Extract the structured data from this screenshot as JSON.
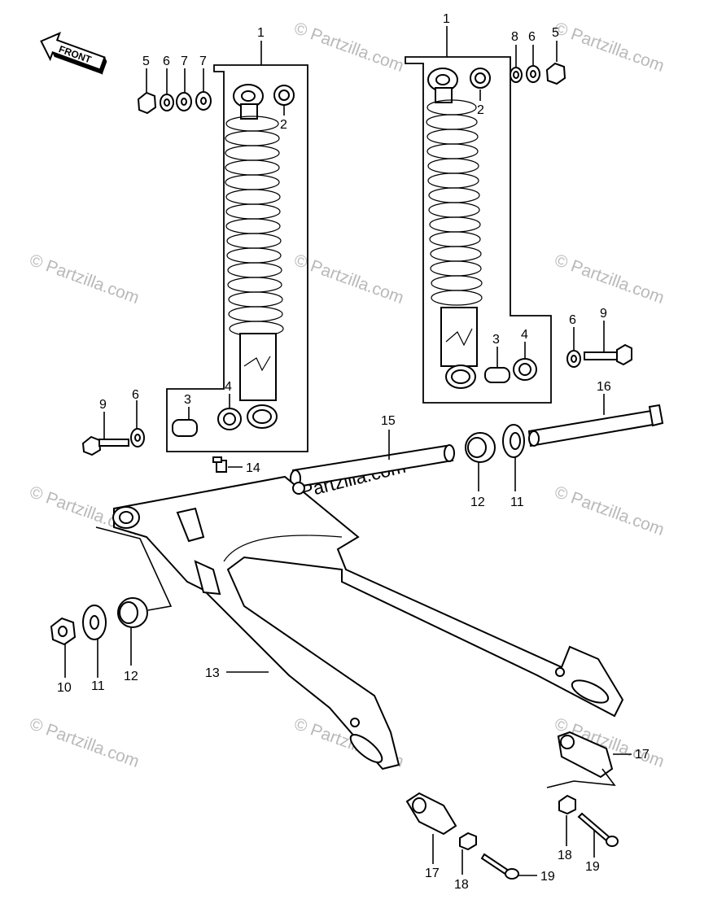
{
  "diagram": {
    "front_arrow_label": "FRONT",
    "site_label": "Partzilla.com",
    "watermark_text": "© Partzilla.com",
    "part_labels": {
      "shock_left": "1",
      "shock_right": "1",
      "collar_left": "2",
      "collar_right": "2",
      "sleeve_left": "3",
      "sleeve_right": "3",
      "bushing_left": "4",
      "bushing_right": "4",
      "nut_left": "5",
      "nut_right": "5",
      "washer6_top_left": "6",
      "washer6_top_right": "6",
      "washer6_mid_right": "6",
      "washer6_bottom_left": "6",
      "washer7_a": "7",
      "washer7_b": "7",
      "washer8": "8",
      "bolt9_left": "9",
      "bolt9_right": "9",
      "nut10": "10",
      "washer11_left": "11",
      "washer11_right": "11",
      "bushing12_left": "12",
      "bushing12_right": "12",
      "swingarm": "13",
      "grease_fitting": "14",
      "pivot_sleeve": "15",
      "pivot_bolt": "16",
      "adjuster17_left": "17",
      "adjuster17_right": "17",
      "nut18_left": "18",
      "nut18_right": "18",
      "bolt19_left": "19",
      "bolt19_right": "19"
    }
  }
}
